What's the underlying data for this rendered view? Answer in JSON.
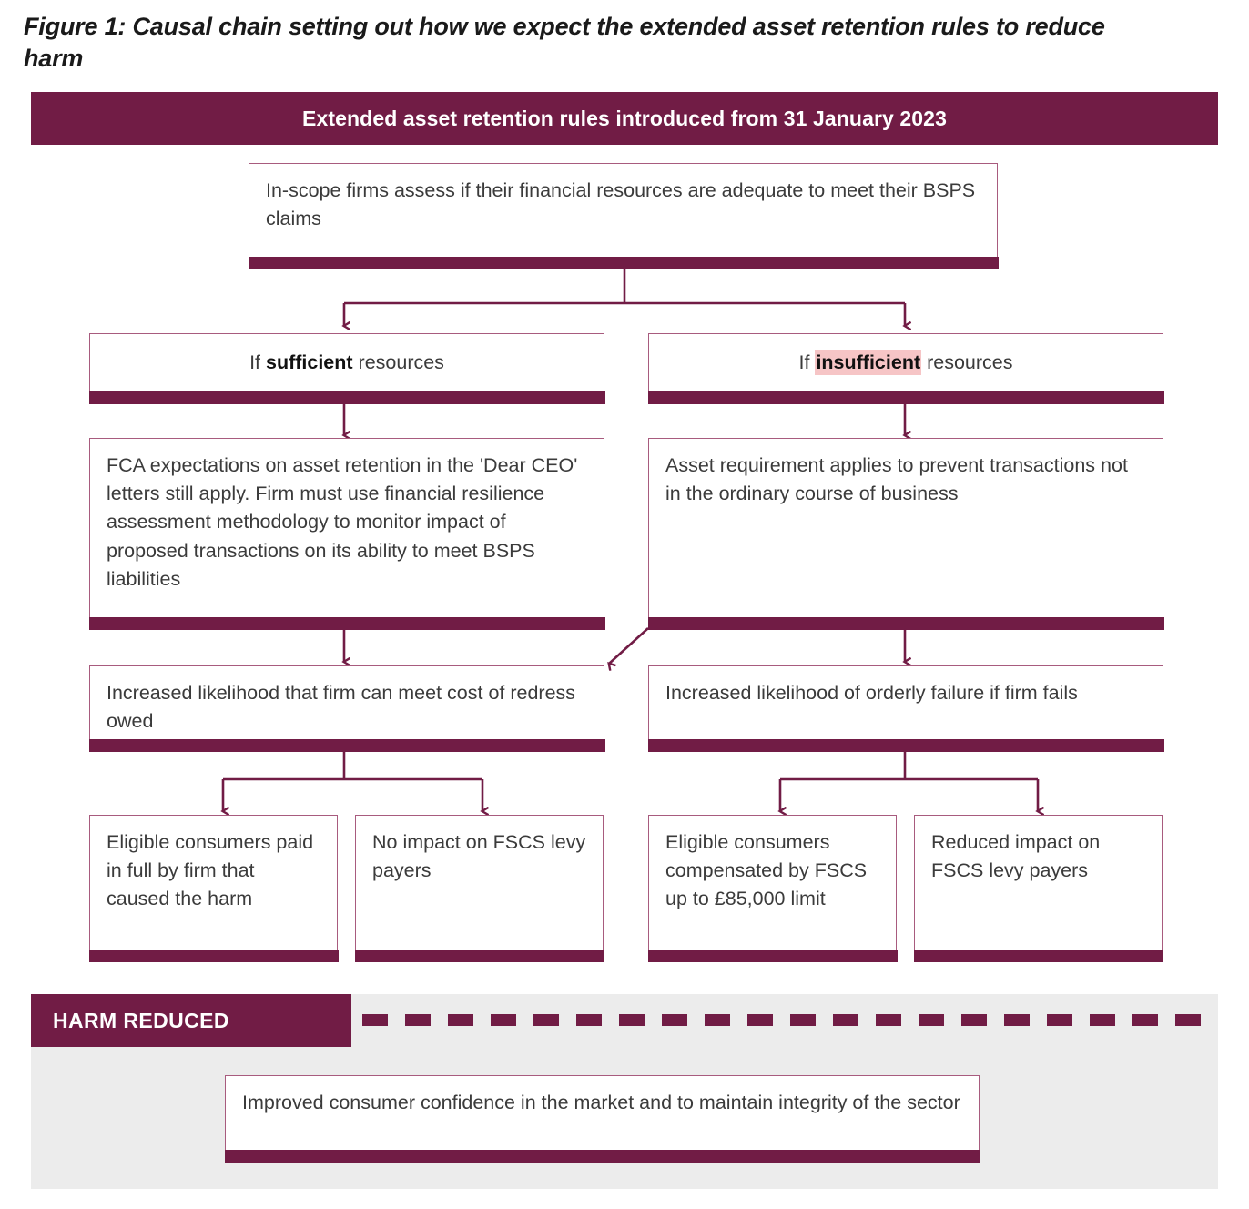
{
  "figure": {
    "title": "Figure 1: Causal chain setting out how we expect the extended asset retention rules to reduce harm"
  },
  "header": {
    "label": "Extended asset retention rules introduced from 31 January 2023"
  },
  "nodes": {
    "assess": {
      "text": "In-scope firms assess if their financial resources are adequate to meet their BSPS claims"
    },
    "sufficient": {
      "prefix": "If ",
      "keyword": "sufficient",
      "suffix": " resources"
    },
    "insufficient": {
      "prefix": "If ",
      "keyword": "insufficient",
      "suffix": " resources"
    },
    "fca_expectations": {
      "text": "FCA expectations on asset retention in the 'Dear CEO' letters still apply. Firm must use financial resilience assessment methodology to monitor impact of proposed transactions on its ability to meet BSPS liabilities"
    },
    "asset_requirement": {
      "text": "Asset requirement applies to prevent transactions not in the ordinary course of business"
    },
    "meet_cost": {
      "text": "Increased likelihood that firm can meet cost of redress owed"
    },
    "orderly_failure": {
      "text": "Increased likelihood of orderly failure if firm fails"
    },
    "paid_in_full": {
      "text": "Eligible consumers paid in full by firm that caused the harm"
    },
    "no_impact": {
      "text": "No impact on FSCS levy payers"
    },
    "fscs_compensated": {
      "text": "Eligible consumers compensated by FSCS up to £85,000 limit"
    },
    "reduced_impact": {
      "text": "Reduced impact on FSCS levy payers"
    },
    "confidence": {
      "text": "Improved consumer confidence in the market and to maintain integrity of the sector"
    }
  },
  "harm": {
    "label": "HARM REDUCED"
  },
  "colors": {
    "brand_dark": "#711C45",
    "box_border": "#A85B7E",
    "highlight_pink": "#F6C5C6",
    "panel_grey": "#ECECEC",
    "text": "#3b3b3b"
  }
}
